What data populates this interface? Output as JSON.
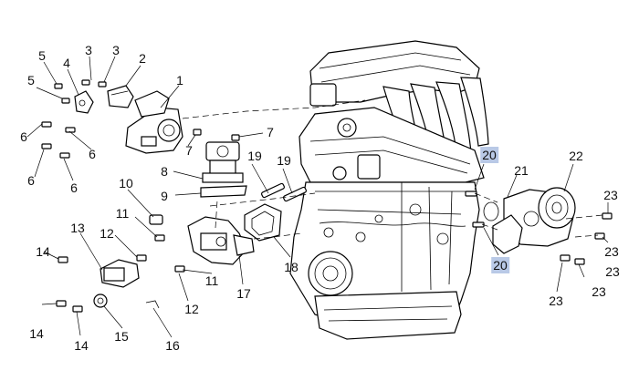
{
  "labels": {
    "l1": "1",
    "l2": "2",
    "l3a": "3",
    "l3b": "3",
    "l4": "4",
    "l5a": "5",
    "l5b": "5",
    "l6a": "6",
    "l6b": "6",
    "l6c": "6",
    "l6d": "6",
    "l7a": "7",
    "l7b": "7",
    "l8": "8",
    "l9": "9",
    "l10": "10",
    "l11a": "11",
    "l11b": "11",
    "l12a": "12",
    "l12b": "12",
    "l13": "13",
    "l14a": "14",
    "l14b": "14",
    "l14c": "14",
    "l15": "15",
    "l16": "16",
    "l17": "17",
    "l18": "18",
    "l19a": "19",
    "l19b": "19",
    "l20a": "20",
    "l20b": "20",
    "l21": "21",
    "l22": "22",
    "l23a": "23",
    "l23b": "23",
    "l23c": "23",
    "l23d": "23",
    "l23e": "23"
  },
  "colors": {
    "highlight": "#b9c9e6",
    "line": "#000000",
    "background": "#ffffff"
  }
}
